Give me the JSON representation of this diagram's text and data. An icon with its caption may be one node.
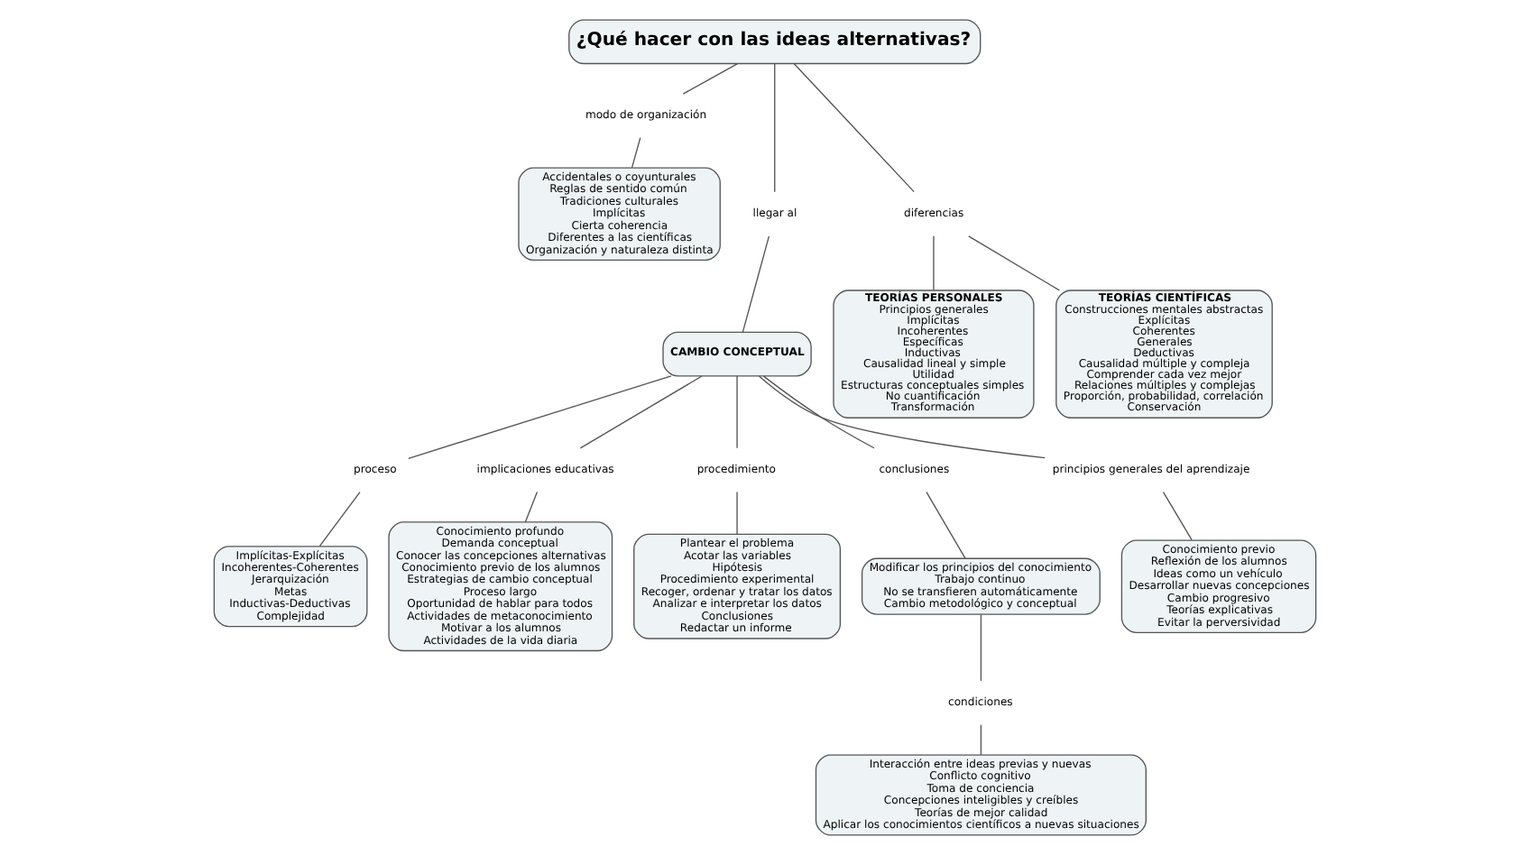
{
  "diagram": {
    "nodes": [
      {
        "text": [
          "¿Qué hacer con las ideas alternativas?"
        ]
      },
      {
        "text": [
          "modo de organización"
        ]
      },
      {
        "text": [
          "llegar al"
        ]
      },
      {
        "text": [
          "Accidentales o coyunturales",
          "Reglas de sentido común",
          "Tradiciones culturales",
          "Implícitas",
          "Cierta coherencia",
          "Diferentes a las científicas",
          "Organización y naturaleza distinta"
        ]
      },
      {
        "text": [
          "diferencias"
        ]
      },
      {
        "text": [
          "CAMBIO CONCEPTUAL"
        ]
      },
      {
        "text": [
          "proceso"
        ]
      },
      {
        "text": [
          "implicaciones educativas"
        ]
      },
      {
        "text": [
          "TEORÍAS PERSONALES",
          "Principios generales",
          "Implícitas",
          "Incoherentes",
          "Específicas",
          "Inductivas",
          "Causalidad lineal y simple",
          "Utilidad",
          "Estructuras conceptuales simples",
          "No cuantificación",
          "Transformación"
        ]
      },
      {
        "text": [
          "TEORÍAS CIENTÍFICAS",
          "Construcciones mentales abstractas",
          "Explícitas",
          "Coherentes",
          "Generales",
          "Deductivas",
          "Causalidad múltiple y compleja",
          "Comprender cada vez mejor",
          "Relaciones múltiples y complejas",
          "Proporción, probabilidad, correlación",
          "Conservación"
        ]
      },
      {
        "text": [
          "Implícitas-Explícitas",
          "Incoherentes-Coherentes",
          "Jerarquización",
          "Metas",
          "Inductivas-Deductivas",
          "Complejidad"
        ]
      },
      {
        "text": [
          "procedimiento"
        ]
      },
      {
        "text": [
          "conclusiones"
        ]
      },
      {
        "text": [
          "principios generales del aprendizaje"
        ]
      },
      {
        "text": [
          "Conocimiento profundo",
          "Demanda conceptual",
          "Conocer las concepciones alternativas",
          "Conocimiento previo de los alumnos",
          "Estrategias de cambio conceptual",
          "Proceso largo",
          "Oportunidad de hablar para todos",
          "Actividades de metaconocimiento",
          "Motivar a los alumnos",
          "Actividades de la vida diaria"
        ]
      },
      {
        "text": [
          "Plantear el problema",
          "Acotar las variables",
          "Hipótesis",
          "Procedimiento experimental",
          "Recoger, ordenar y tratar los datos",
          "Analizar e interpretar los datos",
          "Conclusiones",
          "Redactar un informe"
        ]
      },
      {
        "text": [
          "Modificar los principios del conocimiento",
          "Trabajo continuo",
          "No se transfieren automáticamente",
          "Cambio metodológico y conceptual"
        ]
      },
      {
        "text": [
          "Conocimiento previo",
          "Reflexión de los alumnos",
          "Ideas como un vehículo",
          "Desarrollar nuevas concepciones",
          "Cambio progresivo",
          "Teorías explicativas",
          "Evitar la perversividad"
        ]
      },
      {
        "text": [
          "condiciones"
        ]
      },
      {
        "text": [
          "Interacción entre ideas previas y nuevas",
          "Conflicto cognitivo",
          "Toma de conciencia",
          "Concepciones inteligibles y creíbles",
          "Teorías de mejor calidad",
          "Aplicar los conocimientos científicos a nuevas situaciones"
        ]
      }
    ],
    "edges": [
      {
        "from": 0,
        "to": 1,
        "arrow": "none"
      },
      {
        "from": 1,
        "to": 3,
        "arrow": "none"
      },
      {
        "from": 0,
        "to": 4,
        "arrow": "none"
      },
      {
        "from": 4,
        "to": 8,
        "arrow": "none"
      },
      {
        "from": 4,
        "to": 9,
        "arrow": "none"
      },
      {
        "from": 0,
        "to": 2,
        "arrow": "none"
      },
      {
        "from": 2,
        "to": 5,
        "arrow": "none"
      },
      {
        "from": 5,
        "to": 6,
        "arrow": "none"
      },
      {
        "from": 6,
        "to": 10,
        "arrow": "none"
      },
      {
        "from": 5,
        "to": 11,
        "arrow": "none"
      },
      {
        "from": 11,
        "to": 15,
        "arrow": "none"
      },
      {
        "from": 5,
        "to": 12,
        "arrow": "none"
      },
      {
        "from": 12,
        "to": 16,
        "arrow": "none"
      },
      {
        "from": 16,
        "to": 18,
        "arrow": "none"
      },
      {
        "from": 18,
        "to": 19,
        "arrow": "none"
      },
      {
        "from": 5,
        "to": 13,
        "arrow": "none"
      },
      {
        "from": 13,
        "to": 17,
        "arrow": "none"
      },
      {
        "from": 5,
        "to": 7,
        "arrow": "none"
      },
      {
        "from": 7,
        "to": 14,
        "arrow": "none"
      }
    ]
  }
}
